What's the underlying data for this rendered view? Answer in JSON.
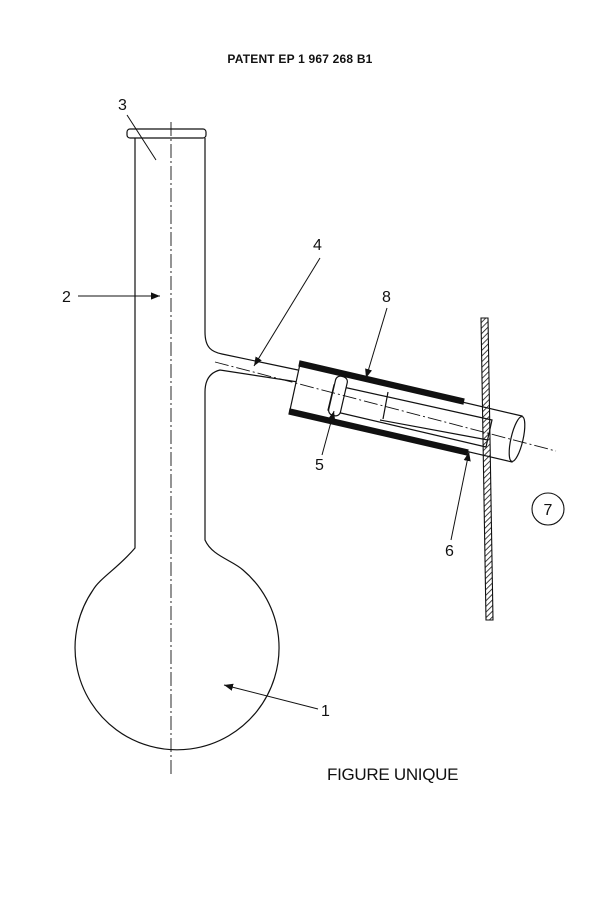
{
  "header": {
    "title": "PATENT EP 1 967 268 B1"
  },
  "figure": {
    "caption": "FIGURE UNIQUE",
    "labels": {
      "l1": "1",
      "l2": "2",
      "l3": "3",
      "l4": "4",
      "l5": "5",
      "l6": "6",
      "l7": "7",
      "l8": "8"
    }
  },
  "colors": {
    "ink": "#111111",
    "paper": "#ffffff"
  }
}
